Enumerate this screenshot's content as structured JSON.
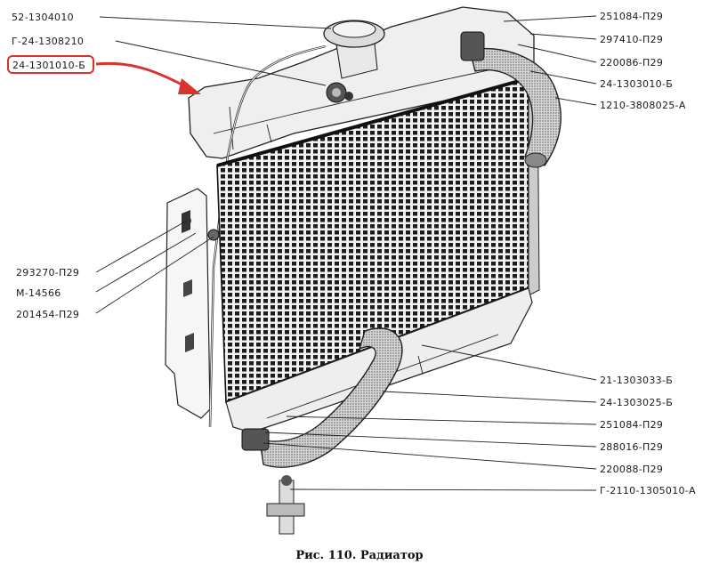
{
  "caption": "Рис. 110. Радиатор",
  "highlight": {
    "part": "24-1301010-Б",
    "color": "#d9342b"
  },
  "parts_left": [
    "52-1304010",
    "Г-24-1308210",
    "24-1301010-Б",
    "293270-П29",
    "М-14566",
    "201454-П29"
  ],
  "parts_right": [
    "251084-П29",
    "297410-П29",
    "220086-П29",
    "24-1303010-Б",
    "1210-3808025-А",
    "21-1303033-Б",
    "24-1303025-Б",
    "251084-П29",
    "288016-П29",
    "220088-П29",
    "Г-2110-1305010-А"
  ]
}
